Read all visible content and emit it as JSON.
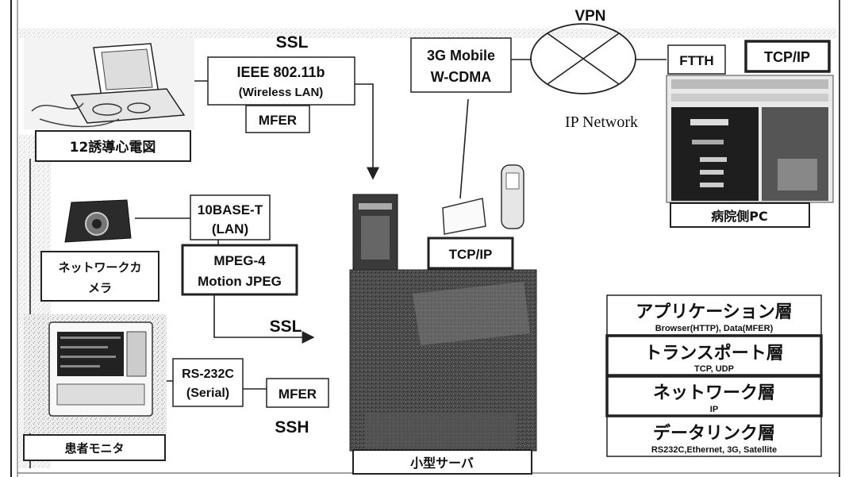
{
  "diagram": {
    "vpn_label": "VPN",
    "ip_network_label": "IP Network",
    "ssl_top_label": "SSL",
    "ssl_bottom_label": "SSL",
    "ssh_label": "SSH",
    "wireless_box": {
      "line1": "IEEE 802.11b",
      "line2": "(Wireless LAN)"
    },
    "mfer_wireless_label": "MFER",
    "ecg_device_label": "12誘導心電図",
    "lan_box": {
      "line1": "10BASE-T",
      "line2": "(LAN)"
    },
    "camera_label": {
      "line1": "ネットワークカ",
      "line2": "メラ"
    },
    "mpeg_box": {
      "line1": "MPEG-4",
      "line2": "Motion JPEG"
    },
    "serial_box": {
      "line1": "RS-232C",
      "line2": "(Serial)"
    },
    "mfer_serial_label": "MFER",
    "patient_monitor_label": "患者モニタ",
    "mobile_box": {
      "line1": "3G Mobile",
      "line2": "W-CDMA"
    },
    "server_tcpip_label": "TCP/IP",
    "server_label": "小型サーバ",
    "ftth_label": "FTTH",
    "hospital_tcpip_label": "TCP/IP",
    "hospital_pc_label": "病院側PC",
    "protocol_stack": [
      {
        "name": "アプリケーション層",
        "detail": "Browser(HTTP), Data(MFER)"
      },
      {
        "name": "トランスポート層",
        "detail": "TCP, UDP"
      },
      {
        "name": "ネットワーク層",
        "detail": "IP"
      },
      {
        "name": "データリンク層",
        "detail": "RS232C,Ethernet, 3G, Satellite"
      }
    ]
  }
}
